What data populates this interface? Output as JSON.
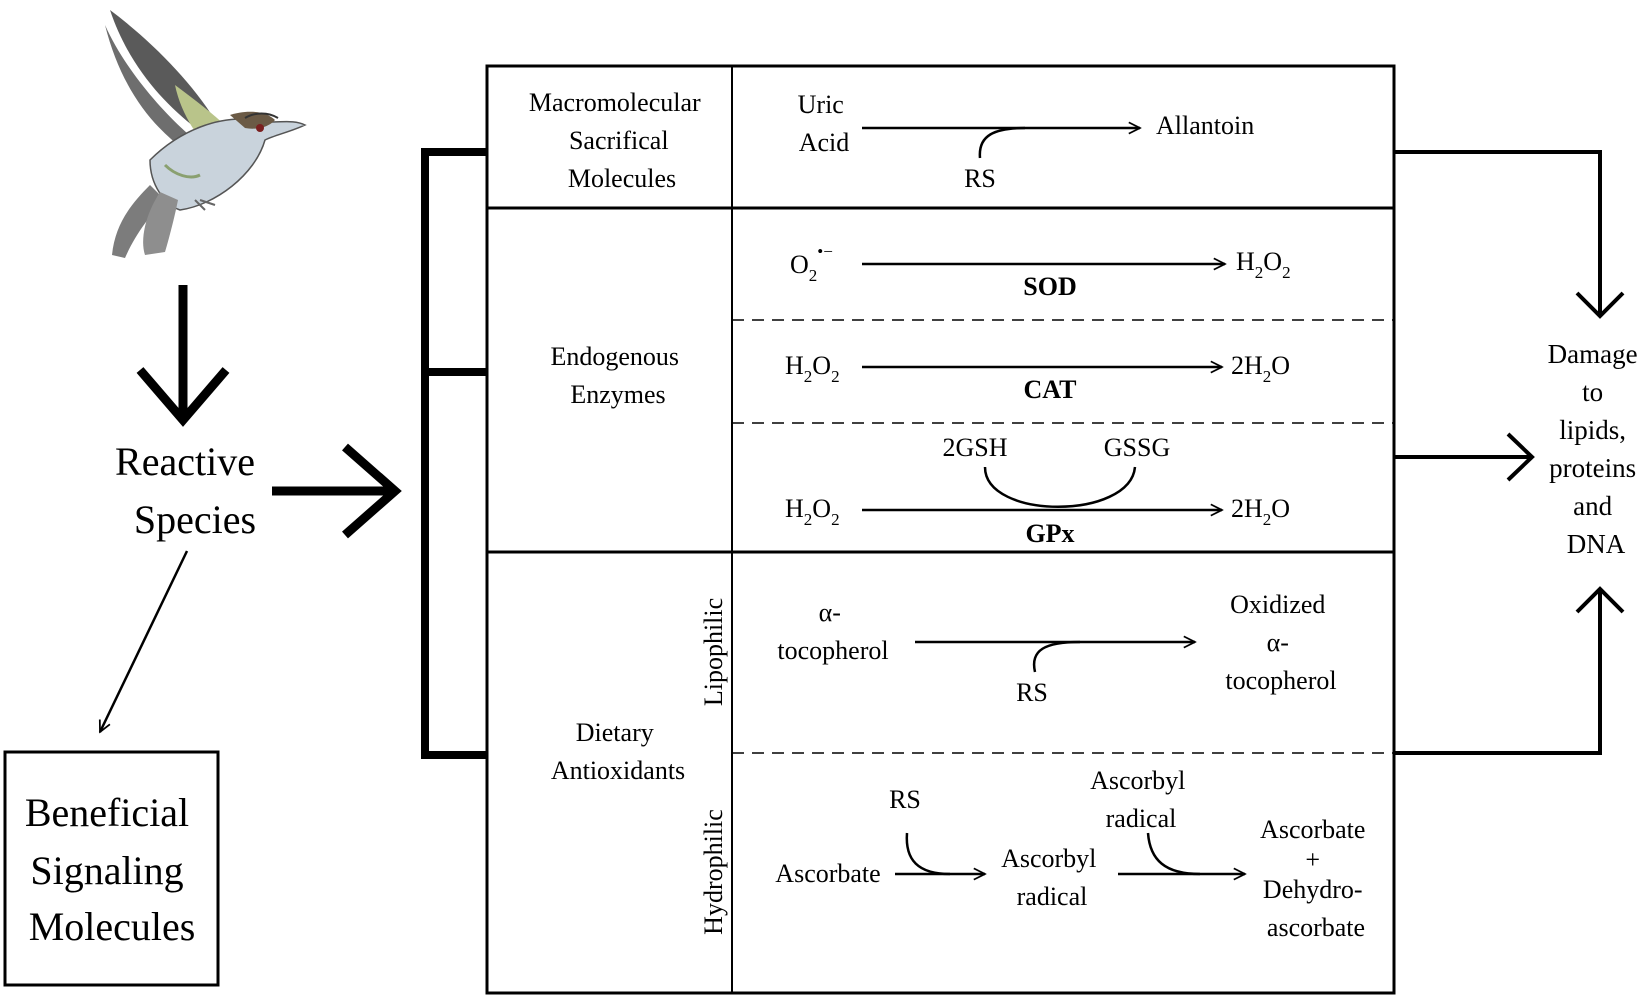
{
  "left": {
    "reactive_species": [
      "Reactive",
      "Species"
    ],
    "beneficial": [
      "Beneficial",
      "Signaling",
      "Molecules"
    ]
  },
  "categories": {
    "macromolecular": [
      "Macromolecular",
      "Sacrifical",
      "Molecules"
    ],
    "endogenous": [
      "Endogenous",
      "Enzymes"
    ],
    "dietary": [
      "Dietary",
      "Antioxidants"
    ]
  },
  "subcategories": {
    "lipophilic": "Lipophilic",
    "hydrophilic": "Hydrophilic"
  },
  "reactions": {
    "uric": {
      "reactant": [
        "Uric",
        "Acid"
      ],
      "product": "Allantoin",
      "cofactor": "RS"
    },
    "sod": {
      "reactant": "O",
      "reactant_sub": "2",
      "reactant_sup": "•−",
      "product": "H",
      "product_sub": "2",
      "product_tail": "O",
      "product_sub2": "2",
      "enzyme": "SOD"
    },
    "cat": {
      "reactant": "H",
      "reactant_sub": "2",
      "reactant_tail": "O",
      "reactant_sub2": "2",
      "product": "2H",
      "product_sub": "2",
      "product_tail": "O",
      "enzyme": "CAT"
    },
    "gpx": {
      "reactant": "H",
      "reactant_sub": "2",
      "reactant_tail": "O",
      "reactant_sub2": "2",
      "product": "2H",
      "product_sub": "2",
      "product_tail": "O",
      "enzyme": "GPx",
      "cofactor_in": "2GSH",
      "cofactor_out": "GSSG"
    },
    "tocopherol": {
      "reactant": [
        "α-",
        "tocopherol"
      ],
      "product": [
        "Oxidized",
        "α-",
        "tocopherol"
      ],
      "cofactor": "RS"
    },
    "ascorbate": {
      "reactant": "Ascorbate",
      "cofactor1": "RS",
      "intermediate": [
        "Ascorbyl",
        "radical"
      ],
      "cofactor2": [
        "Ascorbyl",
        "radical"
      ],
      "product": [
        "Ascorbate",
        "+",
        "Dehydro-",
        "ascorbate"
      ]
    }
  },
  "outcome": [
    "Damage",
    "to",
    "lipids,",
    "proteins",
    "and",
    "DNA"
  ],
  "colors": {
    "line": "#000000",
    "background": "#ffffff",
    "bird_wing": "#5a5a5a",
    "bird_belly": "#c9d3dc",
    "bird_green": "#b9c48a"
  }
}
